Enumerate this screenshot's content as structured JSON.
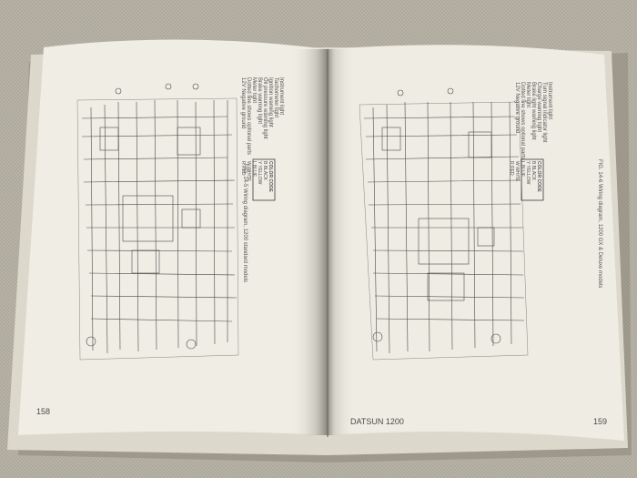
{
  "left_page": {
    "page_number": "158",
    "caption": "FIG. 14-5  Wiring diagram, 1200 standard models",
    "color_code_title": "COLOR CODE",
    "color_codes": [
      "B  BLACK",
      "Y  YELLOW",
      "L  BLUE",
      "W  WHITE",
      "R  RED"
    ],
    "legend": [
      "Instrument light",
      "Tachometer light",
      "Ignition warning light",
      "Oil pressure warning light",
      "Brake warning light",
      "Meter light",
      "Dotted line shows optional parts",
      "12V  Negative ground"
    ]
  },
  "right_page": {
    "page_number": "159",
    "book_title": "DATSUN 1200",
    "caption": "FIG. 14-6  Wiring diagram, 1200 GX & Deluxe models",
    "color_code_title": "COLOR CODE",
    "color_codes": [
      "B  BLACK",
      "Y  YELLOW",
      "L  BLUE",
      "W  WHITE",
      "R  RED"
    ],
    "legend": [
      "Instrument light",
      "Turn signal indicator light",
      "Charge warning light",
      "Brake light warning light",
      "Meter light",
      "Dotted line shows optional parts",
      "12V  Negative ground"
    ]
  },
  "colors": {
    "paper": "#efede4",
    "background": "#b9b4a8",
    "ink": "#3a3a3a"
  }
}
